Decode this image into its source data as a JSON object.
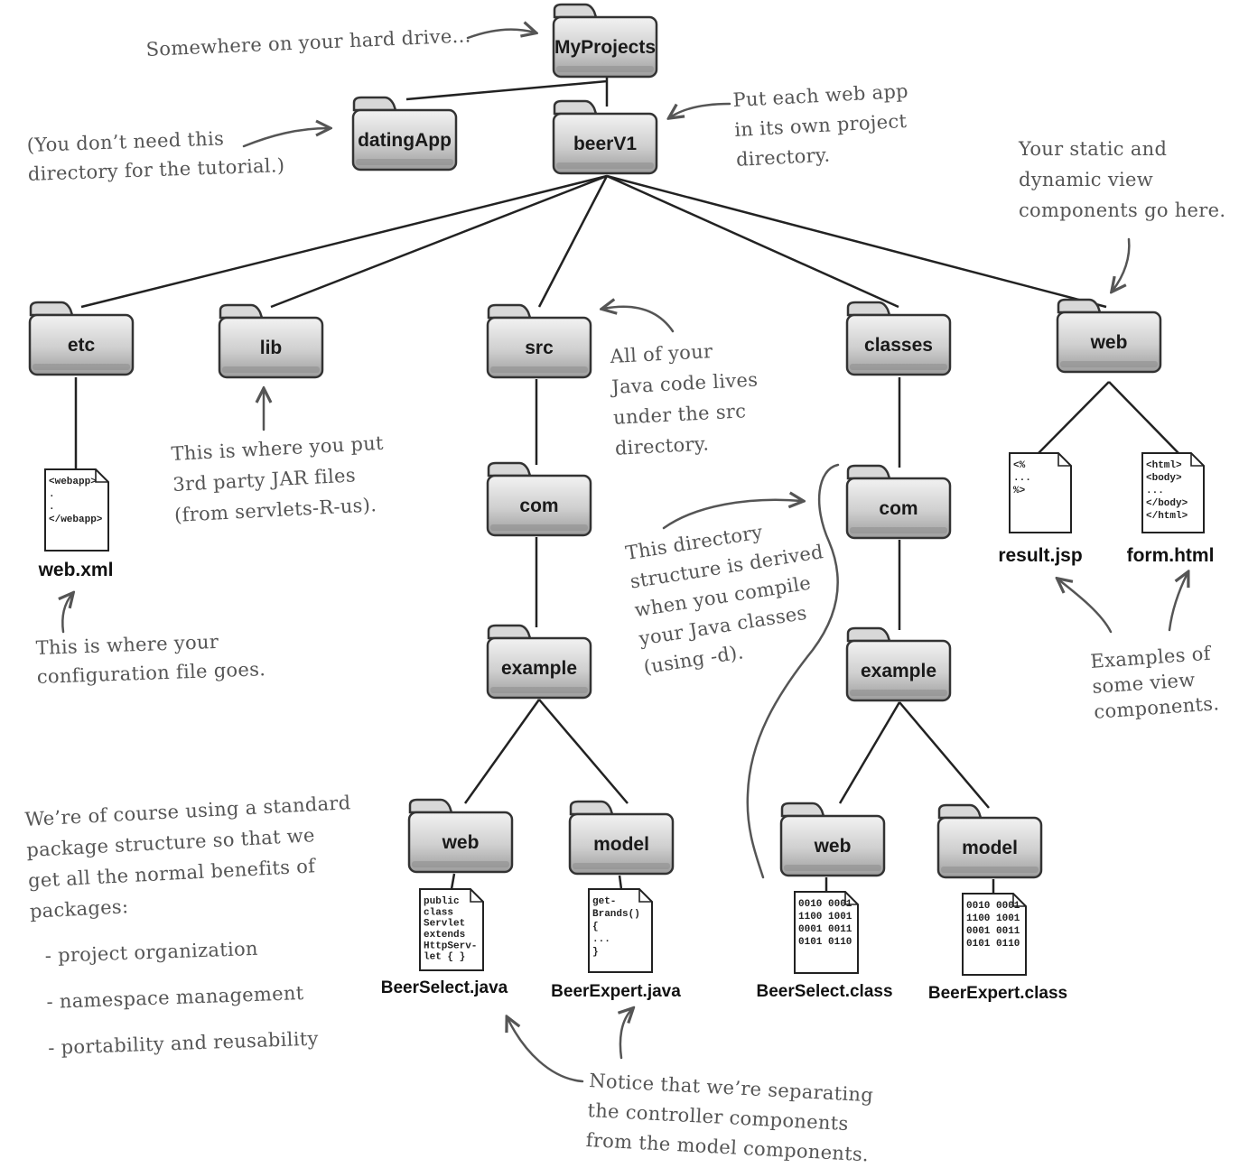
{
  "folders": {
    "myprojects": "MyProjects",
    "datingapp": "datingApp",
    "beerv1": "beerV1",
    "etc": "etc",
    "lib": "lib",
    "src": "src",
    "classes": "classes",
    "web_root": "web",
    "src_com": "com",
    "src_example": "example",
    "src_web": "web",
    "src_model": "model",
    "cls_com": "com",
    "cls_example": "example",
    "cls_web": "web",
    "cls_model": "model"
  },
  "files": {
    "webxml": {
      "name": "web.xml",
      "lines": [
        "<webapp>",
        ".",
        ".",
        "</webapp>"
      ]
    },
    "resultjsp": {
      "name": "result.jsp",
      "lines": [
        "<%",
        "...",
        "%>"
      ]
    },
    "formhtml": {
      "name": "form.html",
      "lines": [
        "<html>",
        "<body>",
        "...",
        "</body>",
        "</html>"
      ]
    },
    "beerselect_java": {
      "name": "BeerSelect.java",
      "lines": [
        "public",
        "class",
        "Servlet",
        "extends",
        "HttpServ-",
        "let { }"
      ]
    },
    "beerexpert_java": {
      "name": "BeerExpert.java",
      "lines": [
        "get-",
        "Brands()",
        "{",
        "...",
        "}"
      ]
    },
    "beerselect_class": {
      "name": "BeerSelect.class",
      "lines": [
        "0010 0001",
        "1100 1001",
        "0001 0011",
        "0101 0110"
      ]
    },
    "beerexpert_class": {
      "name": "BeerExpert.class",
      "lines": [
        "0010 0001",
        "1100 1001",
        "0001 0011",
        "0101 0110"
      ]
    }
  },
  "notes": {
    "hard_drive": "Somewhere on your hard drive...",
    "dont_need": [
      "(You don’t need this",
      "directory for the tutorial.)"
    ],
    "web_app": [
      "Put each web app",
      "in its own project",
      "directory."
    ],
    "static_dynamic": [
      "Your static and",
      "dynamic view",
      "components go here."
    ],
    "java_code": [
      "All of your",
      "Java code lives",
      "under the src",
      "directory."
    ],
    "third_party": [
      "This is where you put",
      "3rd party JAR files",
      "(from servlets-R-us)."
    ],
    "config_file": [
      "This is where your",
      "configuration file goes."
    ],
    "derived": [
      "This directory",
      "structure is derived",
      "when you compile",
      "your Java classes",
      "(using -d)."
    ],
    "view_examples": [
      "Examples of",
      "some view",
      "components."
    ],
    "packages": [
      "We’re of course using a standard",
      "package structure so that we",
      "get all the normal benefits of",
      "packages:"
    ],
    "benefits": [
      "- project organization",
      "- namespace management",
      "- portability and reusability"
    ],
    "separating": [
      "Notice that we’re separating",
      "the controller components",
      "from the model components."
    ]
  }
}
